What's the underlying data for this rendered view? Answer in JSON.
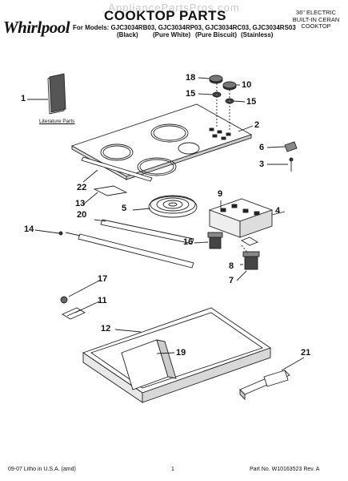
{
  "watermark": "AppliancePartsPros.com",
  "brand": "Whirlpool",
  "title": "COOKTOP PARTS",
  "product_desc": [
    "36\" ELECTRIC",
    "BUILT-IN CERAN",
    "COOKTOP"
  ],
  "models_line": "For Models: GJC3034RB03, GJC3034RP03, GJC3034RC03, GJC3034RS03",
  "finishes": [
    "(Black)",
    "(Pure White)",
    "(Pure Biscuit)",
    "(Stainless)"
  ],
  "literature_label": "Literature Parts",
  "callouts": [
    "1",
    "2",
    "3",
    "4",
    "5",
    "6",
    "7",
    "8",
    "9",
    "10",
    "11",
    "12",
    "13",
    "14",
    "15",
    "15",
    "16",
    "17",
    "18",
    "19",
    "20",
    "21",
    "22"
  ],
  "footer": {
    "left": "09-07 Litho in U.S.A. (amd)",
    "center": "1",
    "right": "Part No. W10163523 Rev. A"
  }
}
